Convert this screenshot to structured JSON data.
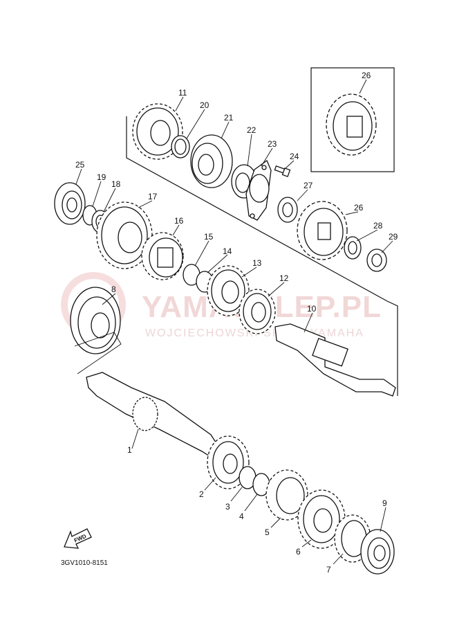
{
  "document_code": "3GV1010-8151",
  "watermark": {
    "brand": "YAMASKLEP.PL",
    "tagline": "WOJCIECHOWSKI SKLEP YAMAHA"
  },
  "fwd_label": "FWD",
  "colors": {
    "ink": "#111111",
    "watermark": "#e6b8b8"
  },
  "part_labels": [
    "1",
    "2",
    "3",
    "4",
    "5",
    "6",
    "7",
    "8",
    "9",
    "10",
    "11",
    "12",
    "13",
    "14",
    "15",
    "16",
    "17",
    "18",
    "19",
    "20",
    "21",
    "22",
    "23",
    "24",
    "25",
    "26",
    "26",
    "27",
    "28",
    "29"
  ]
}
